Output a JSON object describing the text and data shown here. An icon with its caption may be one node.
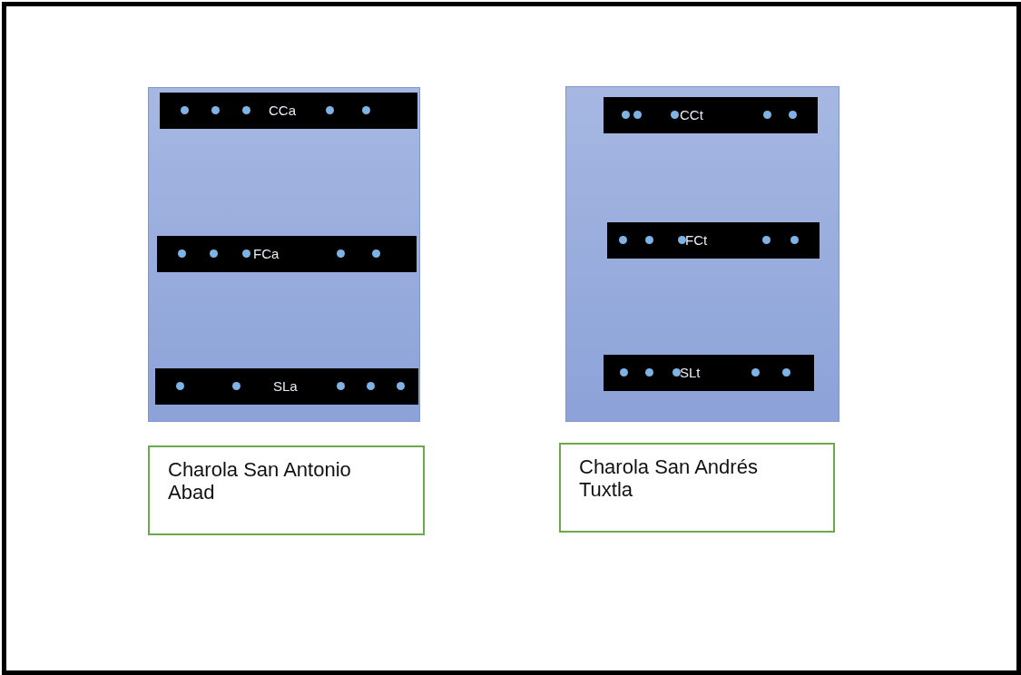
{
  "diagram": {
    "nodes": [
      {
        "text": [],
        "shape": "box"
      },
      {
        "text": [
          "CCa"
        ],
        "in": 0
      },
      {
        "text": [
          "FCa"
        ],
        "in": 0
      },
      {
        "text": [
          "SLa"
        ],
        "in": 0
      },
      {
        "text": [],
        "shape": "box"
      },
      {
        "text": [
          "CCt"
        ],
        "in": 4
      },
      {
        "text": [
          "FCt"
        ],
        "in": 4
      },
      {
        "text": [
          "SLt"
        ],
        "in": 4
      },
      {
        "text": [
          "Charola San Antonio Abad"
        ]
      },
      {
        "text": [
          "Charola San Andrés Tuxtla"
        ]
      }
    ]
  }
}
